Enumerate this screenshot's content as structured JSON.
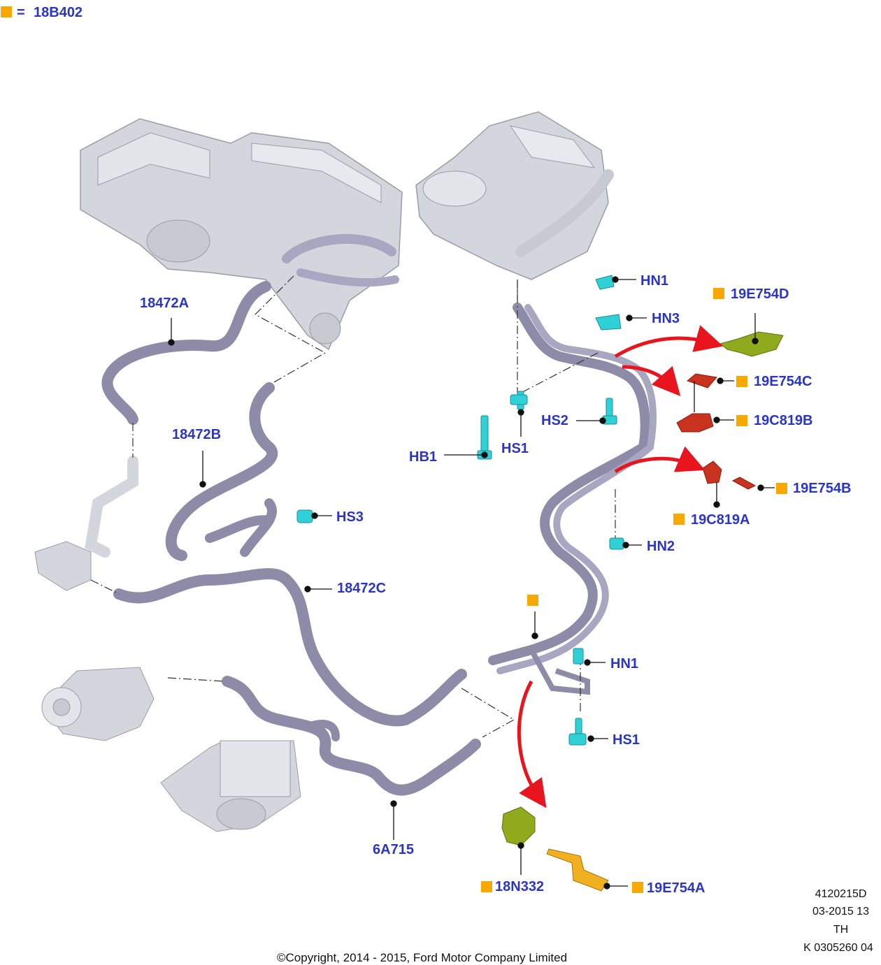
{
  "legend": {
    "marker_color": "#f9a800",
    "equals": "=",
    "code": "18B402"
  },
  "labels": {
    "hose_18472A": "18472A",
    "hose_18472B": "18472B",
    "hose_18472C": "18472C",
    "hose_6A715": "6A715",
    "hs3": "HS3",
    "hn1_top": "HN1",
    "hn3": "HN3",
    "hs2": "HS2",
    "hs1_top": "HS1",
    "hb1": "HB1",
    "hn2": "HN2",
    "hn1_bottom": "HN1",
    "hs1_bottom": "HS1",
    "bracket_19E754D": "19E754D",
    "bracket_19E754C": "19E754C",
    "clip_19C819B": "19C819B",
    "bracket_19E754B": "19E754B",
    "clip_19C819A": "19C819A",
    "clip_18N332": "18N332",
    "bracket_19E754A": "19E754A"
  },
  "meta": {
    "ref_code": "4120215D",
    "date_code": "03-2015 13",
    "region": "TH",
    "k_number": "K 0305260 04"
  },
  "copyright": "©Copyright, 2014 - 2015, Ford Motor Company Limited",
  "colors": {
    "label_blue": "#2a35c8",
    "hose": "#8e8ba8",
    "fastener_cyan": "#2fd0d6",
    "bracket_green": "#8faa1c",
    "clip_red": "#c8321e",
    "bracket_yellow": "#f0b020",
    "arrow_red": "#e8141e",
    "housing_gray": "#d4d6dd"
  }
}
